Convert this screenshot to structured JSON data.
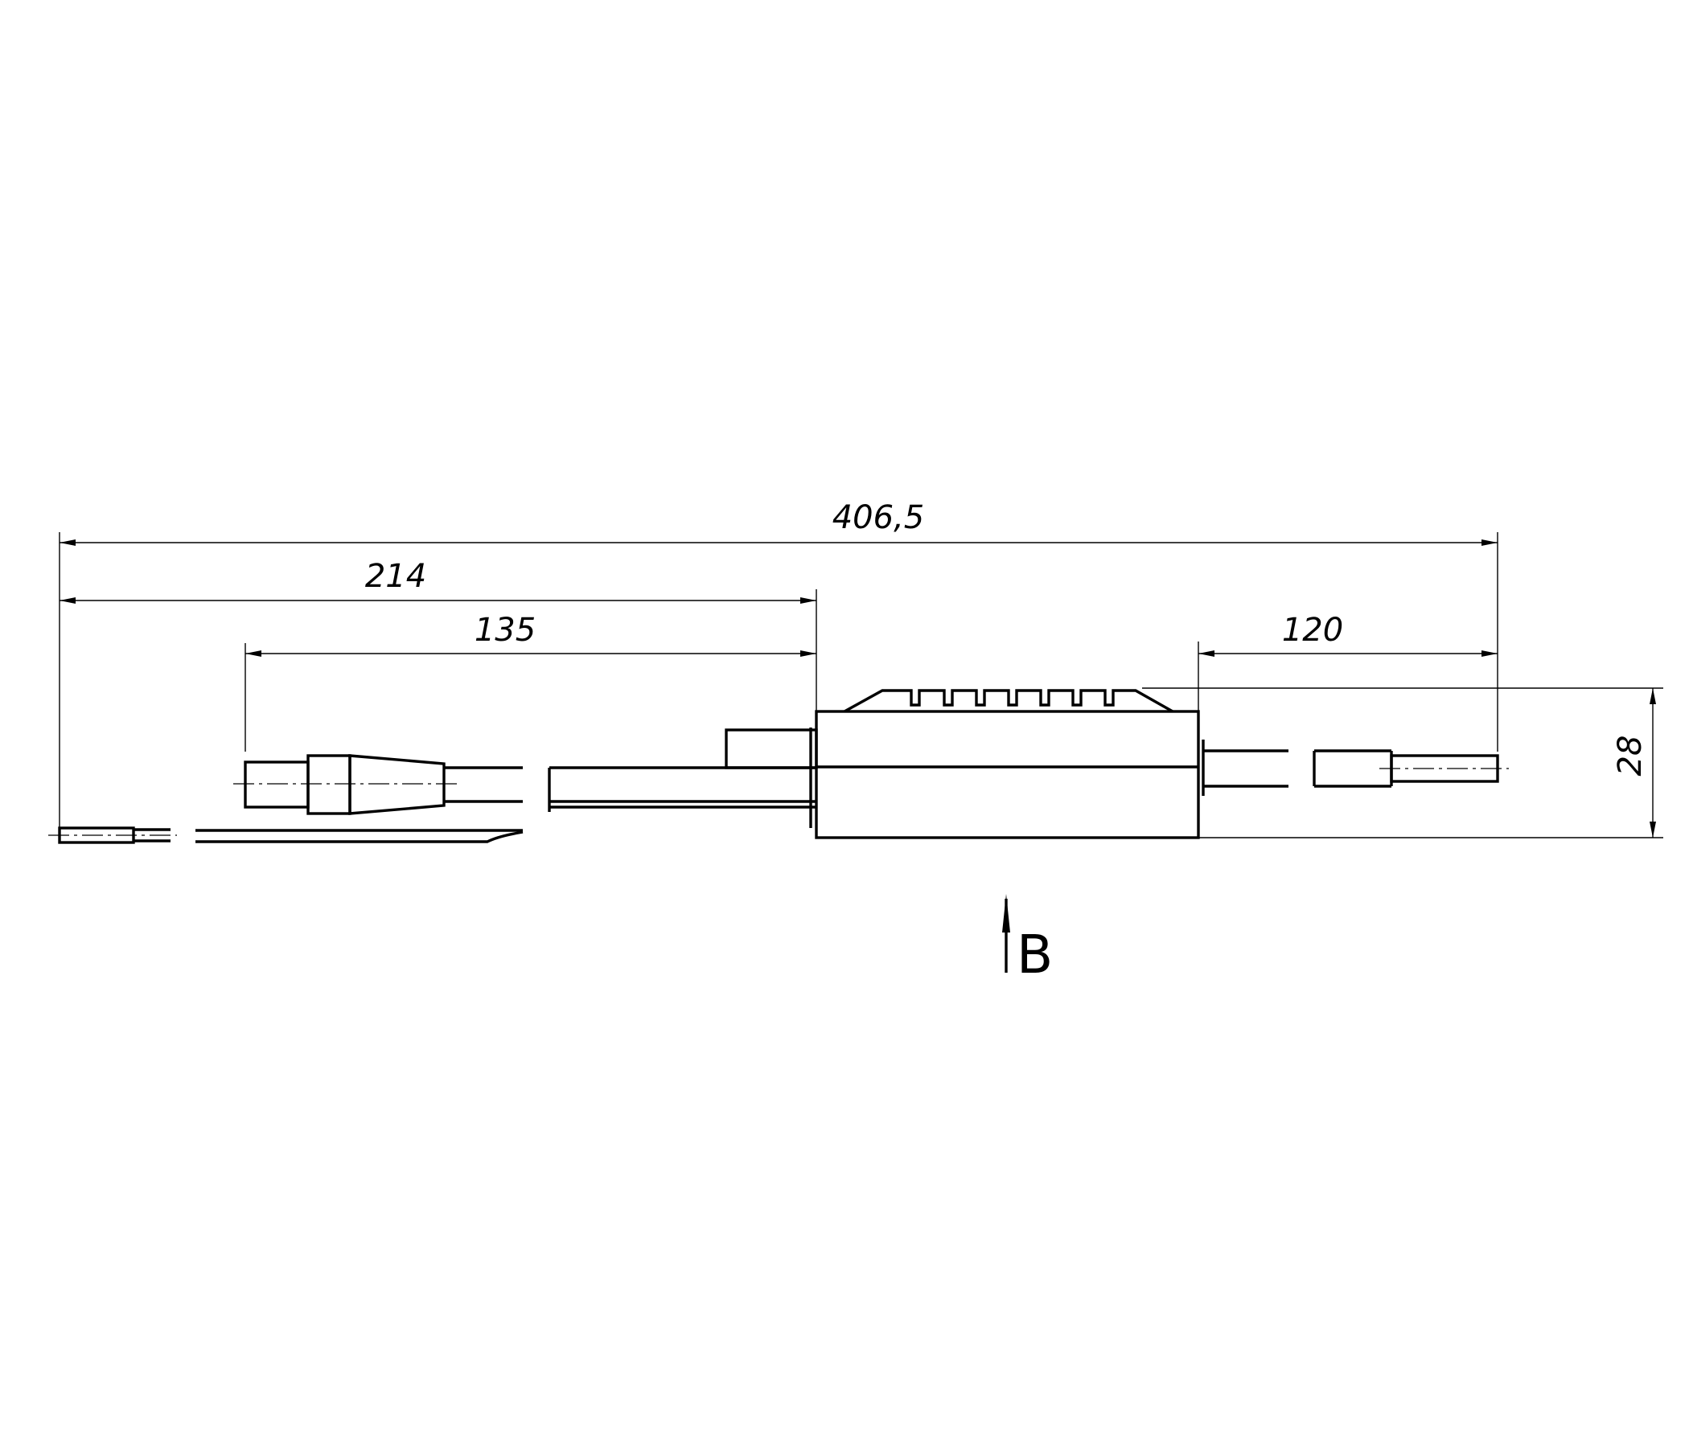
{
  "dimensions": {
    "overall": "406,5",
    "to_body": "214",
    "connector_to_body": "135",
    "output_cable": "120",
    "height": "28"
  },
  "view_label": "B"
}
